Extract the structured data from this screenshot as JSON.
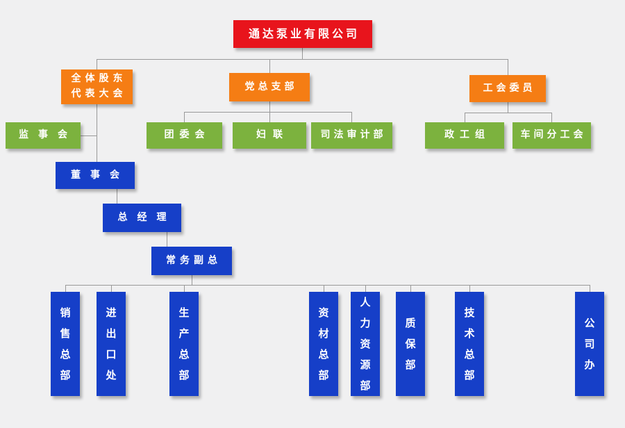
{
  "org_chart": {
    "company": {
      "label": "通达泵业有限公司"
    },
    "governance": {
      "shareholders_meeting": {
        "label": "全体股东\n代表大会"
      },
      "party_branch": {
        "label": "党总支部"
      },
      "labor_union": {
        "label": "工会委员"
      }
    },
    "committees": {
      "supervisory_board": {
        "label": "监事会"
      },
      "youth_league": {
        "label": "团委会"
      },
      "women_federation": {
        "label": "妇联"
      },
      "judicial_audit": {
        "label": "司法审计部"
      },
      "political_work_group": {
        "label": "政工组"
      },
      "workshop_union": {
        "label": "车间分工会"
      }
    },
    "management": {
      "board_of_directors": {
        "label": "董事会"
      },
      "general_manager": {
        "label": "总经理"
      },
      "executive_deputy_gm": {
        "label": "常务副总"
      }
    },
    "departments": [
      {
        "label": "销售总部"
      },
      {
        "label": "进出口处"
      },
      {
        "label": "生产总部"
      },
      {
        "label": "资材总部"
      },
      {
        "label": "人力资源部"
      },
      {
        "label": "质保部"
      },
      {
        "label": "技术总部"
      },
      {
        "label": "公司办"
      }
    ],
    "colors": {
      "company_box": "#e8141c",
      "governance_box": "#f57d14",
      "committee_box": "#7cb23e",
      "management_box": "#163fc8",
      "background": "#f0f0f1",
      "connector": "#999999"
    }
  }
}
